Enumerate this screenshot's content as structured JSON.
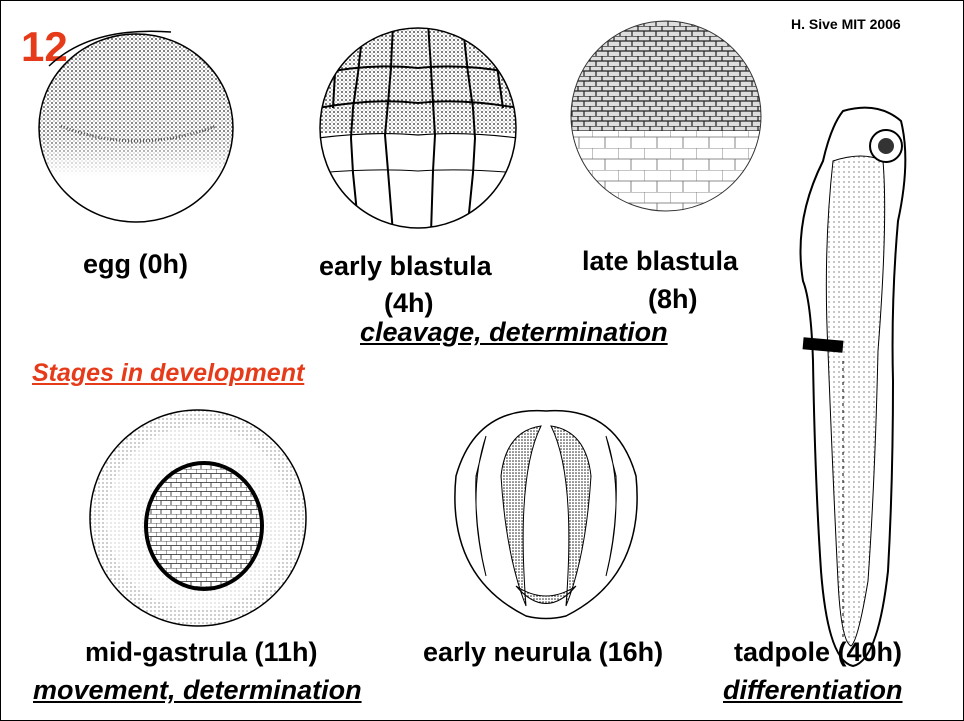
{
  "slide_number": "12",
  "credit": "H. Sive MIT 2006",
  "section_title": "Stages in development",
  "stages": {
    "egg": "egg (0h)",
    "early_blastula_line1": "early blastula",
    "early_blastula_line2": "(4h)",
    "late_blastula_line1": "late blastula",
    "late_blastula_line2": "(8h)",
    "mid_gastrula": "mid-gastrula (11h)",
    "early_neurula": "early neurula (16h)",
    "tadpole": "tadpole (40h)"
  },
  "phases": {
    "cleavage": "cleavage, determination",
    "movement": "movement, determination",
    "differentiation": "differentiation"
  },
  "colors": {
    "accent": "#e63b1a",
    "ink": "#000000"
  }
}
